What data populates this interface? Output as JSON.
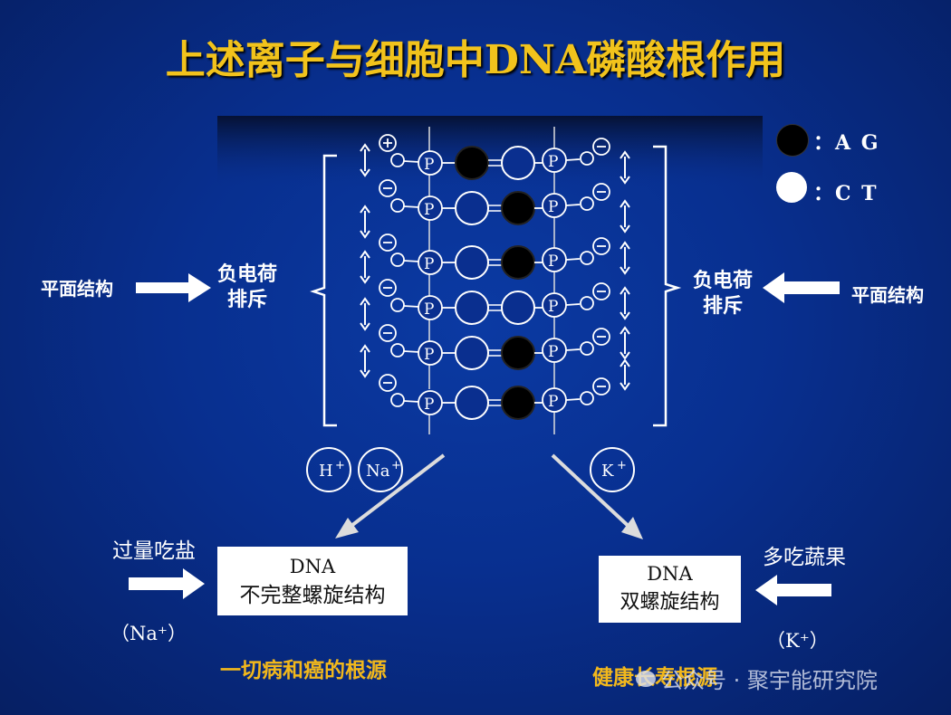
{
  "title": "上述离子与细胞中DNA磷酸根作用",
  "legend": {
    "dark_label": "：A  G",
    "light_label": "：C  T"
  },
  "left_side": {
    "structure": "平面结构",
    "repulse_1": "负电荷",
    "repulse_2": "排斥"
  },
  "right_side": {
    "structure": "平面结构",
    "repulse_1": "负电荷",
    "repulse_2": "排斥"
  },
  "phosphate_label": "P",
  "ions": [
    "H",
    "Na",
    "K"
  ],
  "left_box": {
    "line1": "DNA",
    "line2": "不完整螺旋结构"
  },
  "right_box": {
    "line1": "DNA",
    "line2": "双螺旋结构"
  },
  "left_food": "过量吃盐",
  "right_food": "多吃蔬果",
  "left_ion_note": "（Na⁺）",
  "right_ion_note": "（K⁺）",
  "left_conclusion": "一切病和癌的根源",
  "right_conclusion": "健康长寿根源",
  "watermark": "公众号 · 聚宇能研究院",
  "colors": {
    "accent_gold": "#f2c31c",
    "background": "#082f8f"
  }
}
